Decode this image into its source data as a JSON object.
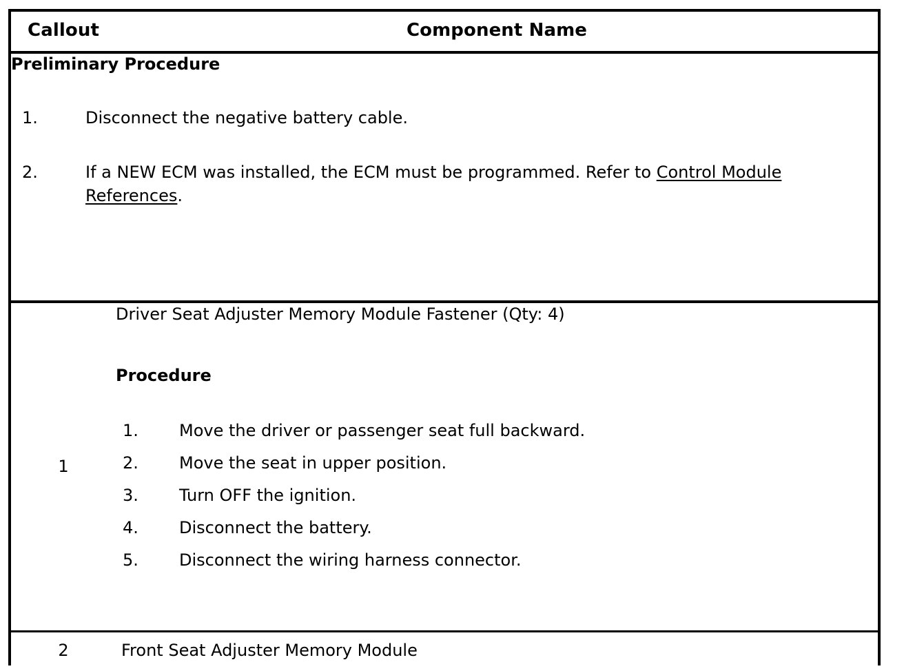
{
  "table": {
    "columns": [
      {
        "key": "callout",
        "header": "Callout"
      },
      {
        "key": "component_name",
        "header": "Component Name"
      }
    ],
    "preliminary": {
      "title": "Preliminary Procedure",
      "steps": [
        {
          "number": "1.",
          "text": "Disconnect the negative battery cable.",
          "link": null,
          "suffix": null
        },
        {
          "number": "2.",
          "text": "If a NEW ECM was installed, the ECM must be programmed. Refer to ",
          "link": "Control Module References",
          "suffix": "."
        }
      ]
    },
    "rows": [
      {
        "callout": "1",
        "component_name": "Driver Seat Adjuster Memory Module Fastener (Qty: 4)",
        "procedure_title": "Procedure",
        "procedure_steps": [
          {
            "number": "1.",
            "text": "Move the driver or passenger seat full backward."
          },
          {
            "number": "2.",
            "text": "Move the seat in upper position."
          },
          {
            "number": "3.",
            "text": "Turn OFF the ignition."
          },
          {
            "number": "4.",
            "text": "Disconnect the battery."
          },
          {
            "number": "5.",
            "text": "Disconnect the wiring harness connector."
          }
        ]
      },
      {
        "callout": "2",
        "component_name": "Front Seat Adjuster Memory Module",
        "procedure_title": null,
        "procedure_steps": []
      }
    ]
  },
  "colors": {
    "border": "#000000",
    "text": "#000000",
    "background": "#ffffff"
  }
}
